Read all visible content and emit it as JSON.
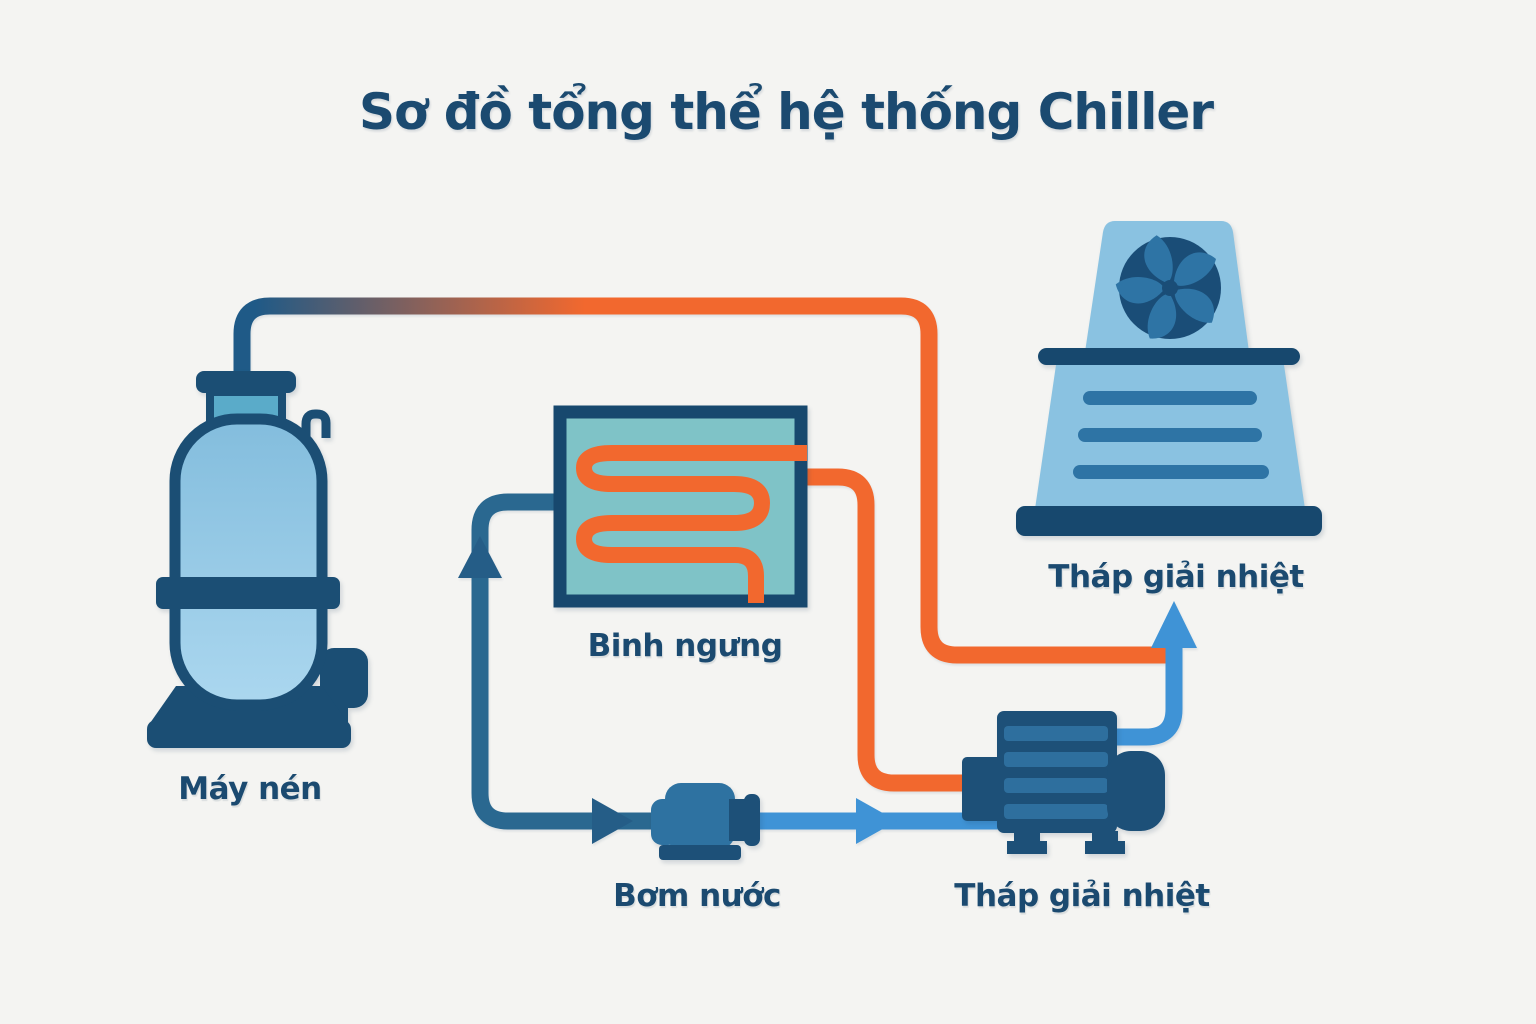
{
  "title": "Sơ đồ tổng thể hệ thống Chiller",
  "labels": {
    "compressor": "Máy nén",
    "condenser": "Binh ngưng",
    "cooling_tower": "Tháp giải nhiệt",
    "water_pump": "Bơm nước",
    "cooling_tower_pump": "Tháp giải nhiệt"
  },
  "icons": {
    "fan": "fan-icon",
    "flow_arrow_up_condenser": "arrow-up-icon",
    "flow_arrow_into_pump": "arrow-right-icon",
    "flow_arrow_out_of_pump": "arrow-right-icon",
    "flow_arrow_to_tower": "arrow-up-icon"
  },
  "colors": {
    "background": "#f4f4f2",
    "text_navy": "#1b4a70",
    "dark_navy": "#1b4e74",
    "darker_navy": "#17486e",
    "pump_navy": "#1d5078",
    "medium_blue": "#2e72a1",
    "light_blue_fill": "#8ac2e1",
    "tank_fill_top": "#83bddd",
    "tank_fill_bottom": "#abd7ef",
    "condenser_teal": "#7fc3c7",
    "neck_teal": "#5aabc9",
    "hot_pipe_orange": "#f2682e",
    "hot_pipe_navy_end": "#1f5a87",
    "water_pipe_navy": "#2a6890",
    "water_pipe_blue": "#3f93d6"
  }
}
